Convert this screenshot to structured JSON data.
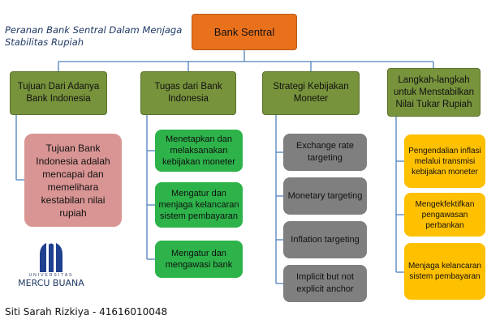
{
  "title": "Peranan Bank Sentral Dalam Menjaga Stabilitas Rupiah",
  "root": "Bank Sentral",
  "columns": [
    {
      "heading": "Tujuan Dari Adanya Bank Indonesia",
      "items": [
        "Tujuan Bank Indonesia adalah mencapai dan memelihara kestabilan nilai rupiah"
      ]
    },
    {
      "heading": "Tugas dari Bank Indonesia",
      "items": [
        "Menetapkan dan melaksanakan kebijakan moneter",
        "Mengatur dan menjaga kelancaran sistem pembayaran",
        "Mengatur dan mengawasi bank"
      ]
    },
    {
      "heading": "Strategi Kebijakan Moneter",
      "items": [
        "Exchange rate targeting",
        "Monetary targeting",
        "Inflation targeting",
        "Implicit but not explicit anchor"
      ]
    },
    {
      "heading": "Langkah-langkah untuk Menstabilkan Nilai Tukar Rupiah",
      "items": [
        "Pengendalian inflasi melalui transmisi kebijakan moneter",
        "Mengekfektifkan pengawasan perbankan",
        "Menjaga kelancaran sistem pembayaran"
      ]
    }
  ],
  "logo": {
    "text": "MERCU BUANA",
    "subtext": "UNIVERSITAS"
  },
  "author": "Siti Sarah Rizkiya - 41616010048",
  "colors": {
    "root": "#e9711c",
    "heading": "#77933c",
    "pink": "#d99594",
    "green": "#2db34a",
    "gray": "#7f7f7f",
    "yellow": "#ffc000",
    "connector": "#4f81bd"
  }
}
